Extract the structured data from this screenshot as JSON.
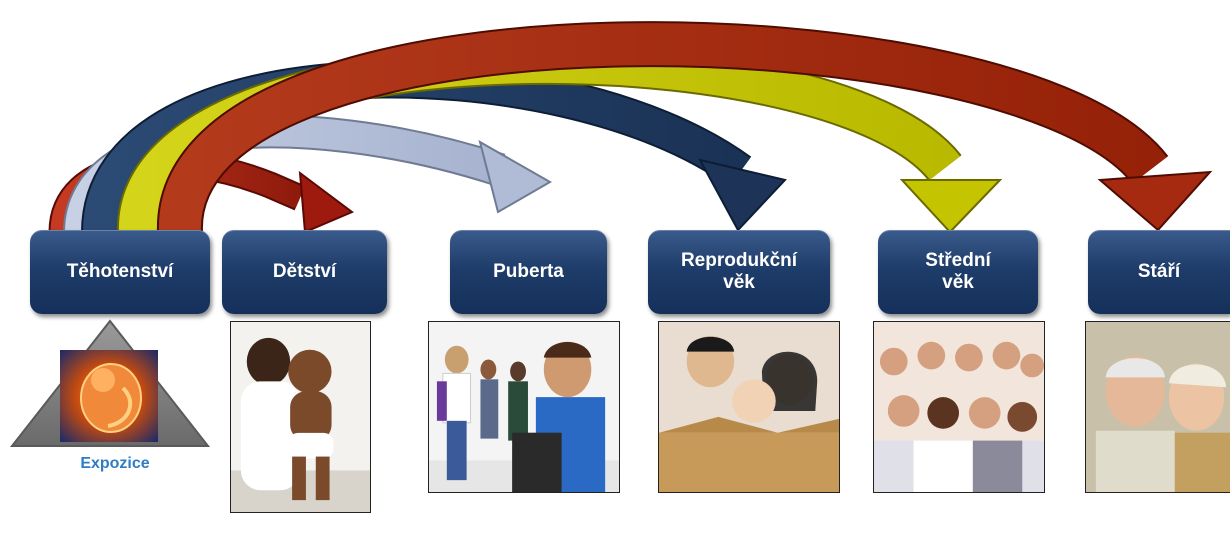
{
  "stages": [
    {
      "id": "pregnancy",
      "label": "Těhotenství"
    },
    {
      "id": "childhood",
      "label": "Dětství"
    },
    {
      "id": "puberty",
      "label": "Puberta"
    },
    {
      "id": "reproductive",
      "label": "Reprodukční věk"
    },
    {
      "id": "middle",
      "label": "Střední věk"
    },
    {
      "id": "old",
      "label": "Stáří"
    }
  ],
  "exposure_label": "Expozice",
  "arrows": [
    {
      "to": "childhood",
      "color": "#a01c10"
    },
    {
      "to": "puberty",
      "color": "#b8c4dc"
    },
    {
      "to": "reproductive",
      "color": "#1f3a5f"
    },
    {
      "to": "middle",
      "color": "#c8c800"
    },
    {
      "to": "old",
      "color": "#a52a10"
    }
  ],
  "colors": {
    "stage_box": "#1f3d6a",
    "stage_text": "#ffffff",
    "exposure_text": "#2e7cc4",
    "triangle": "#808080"
  }
}
